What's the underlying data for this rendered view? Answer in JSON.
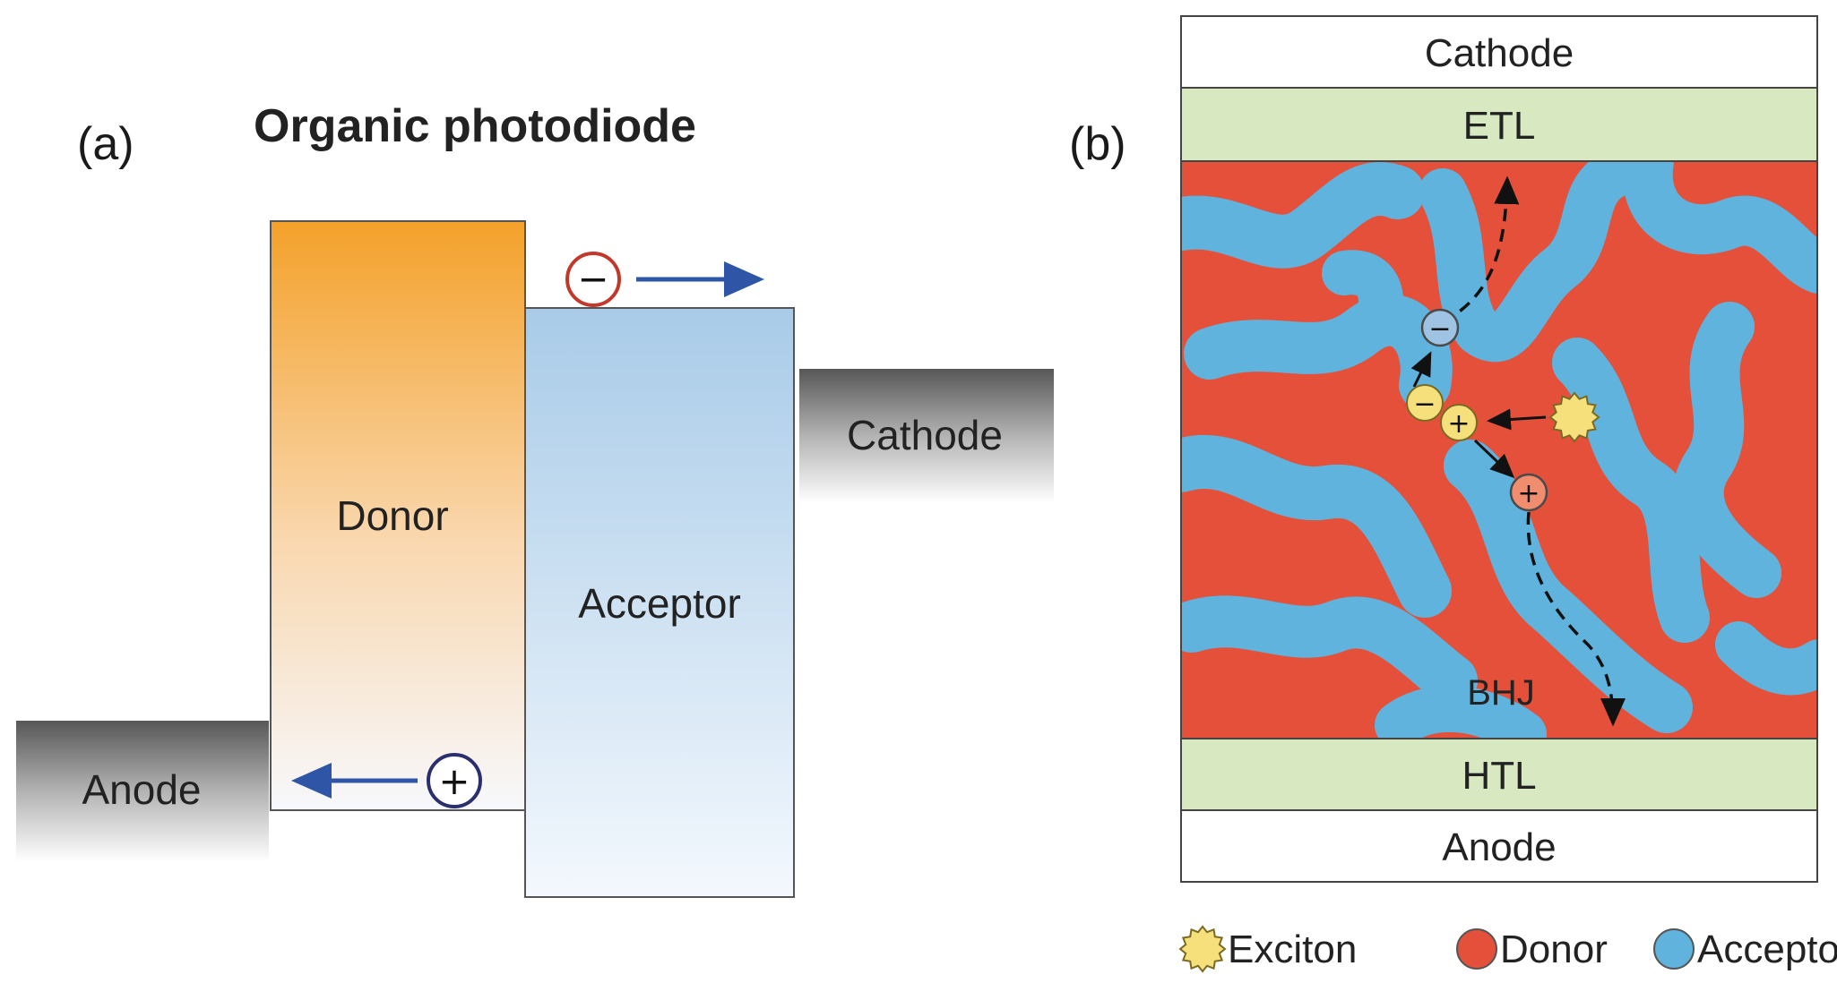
{
  "panel_a": {
    "label": "(a)",
    "title": "Organic photodiode",
    "donor": "Donor",
    "acceptor": "Acceptor",
    "anode": "Anode",
    "cathode": "Cathode",
    "electron_symbol": "−",
    "hole_symbol": "+"
  },
  "panel_b": {
    "label": "(b)",
    "layers": {
      "cathode": "Cathode",
      "etl": "ETL",
      "bhj": "BHJ",
      "htl": "HTL",
      "anode": "Anode"
    },
    "legend": {
      "exciton": "Exciton",
      "donor": "Donor",
      "acceptor": "Acceptor"
    },
    "electron_symbol": "−",
    "hole_symbol": "+"
  },
  "colors": {
    "donor_gradient_top": "#f4a12a",
    "donor_gradient_bottom": "#f7f8fc",
    "acceptor_gradient_top": "#a9cbe8",
    "acceptor_gradient_bottom": "#f3f8fd",
    "electrode_dark": "#575757",
    "electron_ring": "#c0392b",
    "hole_ring": "#2a2f6e",
    "arrow_blue": "#2f56a6",
    "bhj_donor": "#e5503a",
    "bhj_acceptor": "#5fb3dc",
    "transport_layer": "#d8e9c2",
    "exciton": "#f6e07c",
    "charge_electron": "#9fc3e3",
    "charge_hole": "#f08d6f"
  }
}
